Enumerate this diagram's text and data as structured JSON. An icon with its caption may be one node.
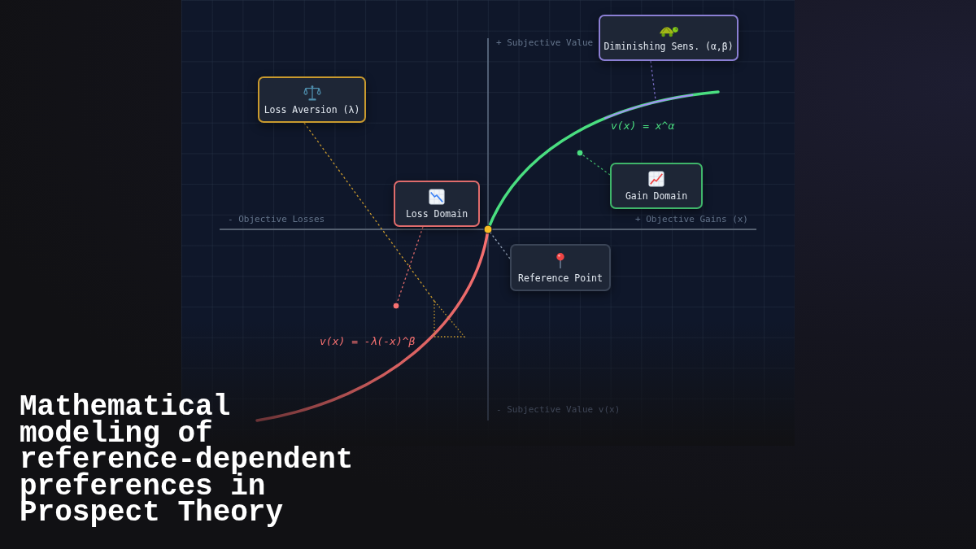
{
  "diagram": {
    "title": "Mathematical modeling of reference-dependent preferences in Prospect Theory",
    "nodes": [
      {
        "text": [
          "Diminishing Sens. (α,β)"
        ]
      },
      {
        "text": [
          "Loss Aversion (λ)"
        ]
      },
      {
        "text": [],
        "shape": "arc"
      },
      {
        "text": [],
        "shape": "circle"
      },
      {
        "text": [
          "Gain Domain"
        ]
      },
      {
        "text": [
          "Loss Domain"
        ]
      },
      {
        "text": [],
        "shape": "circle"
      },
      {
        "text": [
          "Reference Point"
        ]
      },
      {
        "text": [],
        "shape": "circle"
      },
      {
        "text": [],
        "shape": "triangle"
      }
    ],
    "edges": [
      {
        "from": 0,
        "to": 2,
        "arrow": "none",
        "style": "dashed",
        "color": "#7c6fc9"
      },
      {
        "from": 1,
        "to": 9,
        "arrow": "none",
        "style": "dashed",
        "color": "#c99a2e"
      },
      {
        "from": 4,
        "to": 3,
        "arrow": "none",
        "style": "dashed",
        "color": "#3fb56a"
      },
      {
        "from": 5,
        "to": 8,
        "arrow": "none",
        "style": "dashed",
        "color": "#e06c6c"
      },
      {
        "from": 7,
        "to": 6,
        "arrow": "none",
        "style": "dashed",
        "color": "#94a3b8"
      }
    ],
    "labels": [
      "+ Subjective Value",
      "v(x) = x^α",
      "- Objective Losses",
      "+ Objective Gains (x)",
      "v(x) = -λ(-x)^β",
      "- Subjective Value v(x)"
    ]
  }
}
